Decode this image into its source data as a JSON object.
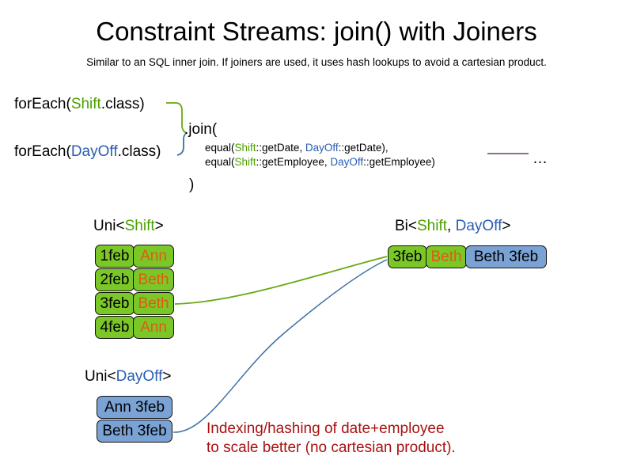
{
  "header": {
    "title": "Constraint Streams: join() with Joiners",
    "subtitle": "Similar to an SQL inner join. If joiners are used, it uses hash lookups to avoid a cartesian product."
  },
  "code": {
    "foreach_shift": {
      "prefix": "forEach(",
      "type": "Shift",
      "suffix": ".class)"
    },
    "foreach_dayoff": {
      "prefix": "forEach(",
      "type": "DayOff",
      "suffix": ".class)"
    },
    "join_open": ".join(",
    "join_close": ")",
    "equal_line_1": {
      "prefix": "equal(",
      "left_type": "Shift",
      "left_ref": "::getDate, ",
      "right_type": "DayOff",
      "right_ref": "::getDate),"
    },
    "equal_line_2": {
      "prefix": "equal(",
      "left_type": "Shift",
      "left_ref": "::getEmployee, ",
      "right_type": "DayOff",
      "right_ref": "::getEmployee)"
    },
    "ellipsis": "…"
  },
  "groups": {
    "uni_shift": {
      "label_prefix": "Uni<",
      "label_type": "Shift",
      "label_suffix": ">"
    },
    "bi": {
      "label_prefix": "Bi<",
      "label_type_a": "Shift",
      "label_sep": ", ",
      "label_type_b": "DayOff",
      "label_suffix": ">"
    },
    "uni_dayoff": {
      "label_prefix": "Uni<",
      "label_type": "DayOff",
      "label_suffix": ">"
    }
  },
  "shift_rows": [
    {
      "date": "1feb",
      "employee": "Ann"
    },
    {
      "date": "2feb",
      "employee": "Beth"
    },
    {
      "date": "3feb",
      "employee": "Beth"
    },
    {
      "date": "4feb",
      "employee": "Ann"
    }
  ],
  "dayoff_rows": [
    {
      "label": "Ann 3feb"
    },
    {
      "label": "Beth 3feb"
    }
  ],
  "bi_tuple": {
    "date": "3feb",
    "employee": "Beth",
    "dayoff": "Beth 3feb"
  },
  "annotation": {
    "line1": "Indexing/hashing of date+employee",
    "line2": "to scale better (no cartesian product)."
  },
  "colors": {
    "shift_green": "#4ca000",
    "dayoff_blue": "#2a5db0",
    "box_green": "#7bc728",
    "box_blue": "#7ba2d4",
    "employee_orange": "#e05a10",
    "annotation_red": "#aa1111",
    "link_green": "#6aa813",
    "link_blue": "#3a6ea5",
    "rule_purple": "#6b3f6b"
  }
}
